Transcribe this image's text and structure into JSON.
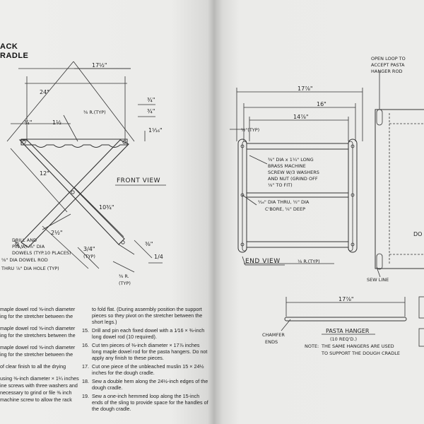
{
  "left_page": {
    "heading": [
      "ACK",
      "RADLE"
    ],
    "front_view": {
      "title": "FRONT VIEW",
      "dims": {
        "d17_half": "17½\"",
        "d24": "24\"",
        "d3_4_a": "¾\"",
        "d3_8_r": "⅜ R.(TYP)",
        "d3_4_b": "¾\"",
        "d3_4_left": "¾\"",
        "d1_half": "1½",
        "d1_5_16": "1⁵⁄₁₆\"",
        "d12": "12\"",
        "d10_3_4": "10¾\"",
        "d2_half": "2½\"",
        "d3_4_typ": "3/4\"",
        "typ": "(TYP)",
        "d3_8": "⅜\"",
        "d1_4": "1/4",
        "d3_8_r_b": "⅜ R.",
        "typ2": "(TYP)"
      },
      "notes": {
        "drill_lines": [
          "DRILL AND",
          "PIN W/ ⅛\" DIA",
          "DOWELS (TYP.10 PLACES)"
        ],
        "dowel_lines": [
          "⅝\" DIA DOWEL ROD",
          "THRU ⅞\" DIA HOLE (TYP)"
        ]
      }
    },
    "body_text": [
      "maple dowel rod ⅝-inch diameter",
      "ing for the stretcher between the",
      "",
      "maple dowel rod ⅝-inch diameter",
      "ing for the stretchers between the",
      "",
      "maple dowel rod ⅝-inch diameter",
      "ing for the stretcher between the",
      "",
      "of clear finish to all the drying",
      "",
      "using ⅜-inch diameter × 1¼ inches",
      "ine screws with three washers and",
      "necessary to grind or file ⅜ inch",
      "machine screw to allow the rack"
    ],
    "steps": [
      {
        "num": "",
        "text": "to fold flat. (During assembly position the support pieces so they pivot on the stretcher between the short legs.)"
      },
      {
        "num": "15.",
        "text": "Drill and pin each fixed dowel with a 1⁄16 × ⅜-inch long dowel rod (10 required)."
      },
      {
        "num": "16.",
        "text": "Cut ten pieces of ⅜-inch diameter × 17⅞ inches long maple dowel rod for the pasta hangers. Do not apply any finish to these pieces."
      },
      {
        "num": "17.",
        "text": "Cut one piece of the unbleached muslin 15 × 24½ inches for the dough cradle."
      },
      {
        "num": "18.",
        "text": "Sew a double hem along the 24½-inch edges of the dough cradle."
      },
      {
        "num": "19.",
        "text": "Sew a one-inch hemmed loop along the 15-inch ends of the sling to provide space for the handles of the dough cradle."
      }
    ]
  },
  "right_page": {
    "end_view": {
      "title": "END VIEW",
      "dims": {
        "d17_7_8": "17⅞\"",
        "d16": "16\"",
        "d14_7_8": "14⅞\"",
        "d1_2_typ": "½\"(TYP)",
        "d1_8_r_typ": "⅛ R.(TYP)"
      },
      "notes": {
        "screw_lines": [
          "⅜\" DIA x 1¼\" LONG",
          "BRASS MACHINE",
          "SCREW W/3 WASHERS",
          "AND NUT (GRIND OFF",
          "⅛\" TO FIT)"
        ],
        "bore_lines": [
          "⁵⁄₁₆\" DIA THRU, ½\" DIA",
          "C'BORE, ¼\" DEEP"
        ]
      }
    },
    "cradle": {
      "loop_lines": [
        "OPEN LOOP TO",
        "ACCEPT PASTA",
        "HANGER ROD"
      ],
      "sew_line": "SEW LINE",
      "partial_label": "DO"
    },
    "pasta_hanger": {
      "dim": "17⅞\"",
      "chamfer_lines": [
        "CHAMFER",
        "ENDS"
      ],
      "title": "PASTA HANGER",
      "count": "(10 REQ'D.)",
      "note_label": "NOTE:",
      "note_lines": [
        "THE SAME HANGERS ARE USED",
        "TO SUPPORT THE DOUGH CRADLE"
      ]
    }
  }
}
